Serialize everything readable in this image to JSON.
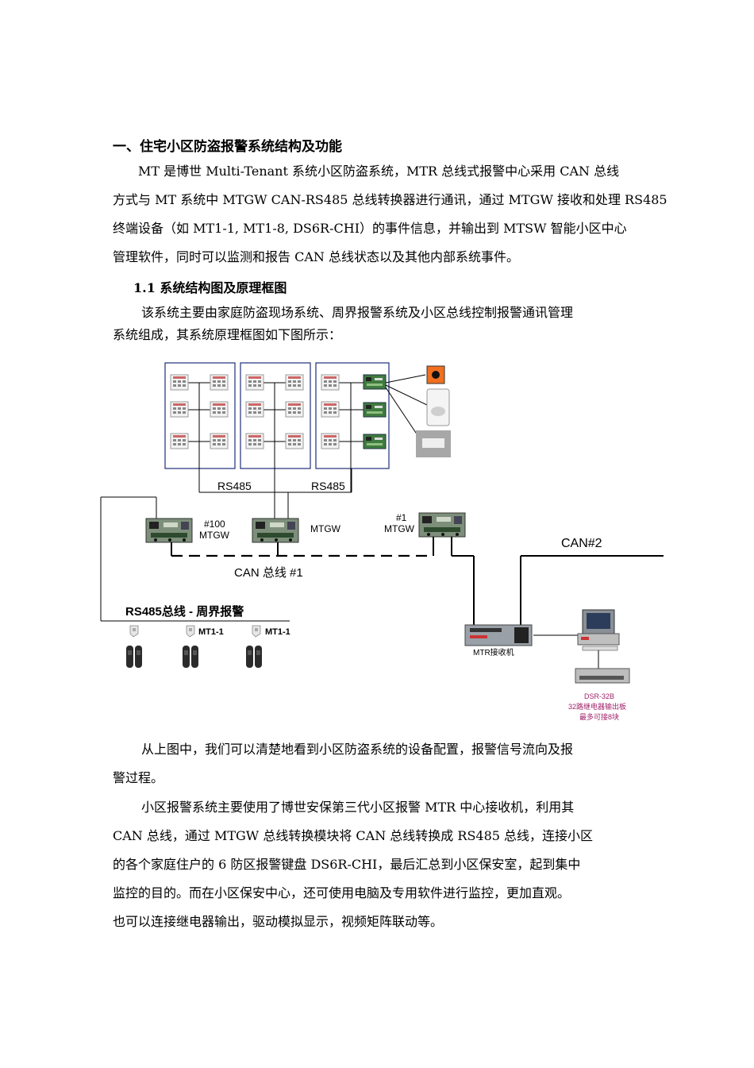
{
  "section": {
    "title": "一、住宅小区防盗报警系统结构及功能",
    "intro_lines": [
      "MT 是博世 Multi-Tenant 系统小区防盗系统，MTR 总线式报警中心采用 CAN 总线",
      "方式与 MT 系统中 MTGW CAN-RS485 总线转换器进行通讯，通过 MTGW 接收和处理 RS485",
      "终端设备（如 MT1-1, MT1-8, DS6R-CHI）的事件信息，并输出到 MTSW 智能小区中心",
      "管理软件，同时可以监测和报告 CAN 总线状态以及其他内部系统事件。"
    ]
  },
  "subsection": {
    "title": "1.1 系统结构图及原理框图",
    "desc_lines": [
      "该系统主要由家庭防盗现场系统、周界报警系统及小区总线控制报警通讯管理",
      "系统组成，其系统原理框图如下图所示："
    ]
  },
  "diagram": {
    "rs485_left": "RS485",
    "rs485_right": "RS485",
    "mtgw100_num": "#100",
    "mtgw100_name": "MTGW",
    "mtgw_mid": "MTGW",
    "mtgw1_num": "#1",
    "mtgw1_name": "MTGW",
    "can2": "CAN#2",
    "can_bus": "CAN   总线   #1",
    "perimeter": "RS485总线   - 周界报警",
    "mt11_a": "MT1-1",
    "mt11_b": "MT1-1",
    "mtr": "MTR接收机",
    "dsr_model": "DSR-32B",
    "dsr_desc1": "32路继电器输出板",
    "dsr_desc2": "最多可接8块"
  },
  "body_text": {
    "para1_lines": [
      "从上图中，我们可以清楚地看到小区防盗系统的设备配置，报警信号流向及报",
      "警过程。"
    ],
    "para2_lines": [
      "小区报警系统主要使用了博世安保第三代小区报警 MTR 中心接收机，利用其",
      "CAN 总线，通过 MTGW 总线转换模块将 CAN 总线转换成 RS485 总线，连接小区",
      "的各个家庭住户的 6 防区报警键盘 DS6R-CHI，最后汇总到小区保安室，起到集中",
      "监控的目的。而在小区保安中心，还可使用电脑及专用软件进行监控，更加直观。",
      "也可以连接继电器输出，驱动模拟显示，视频矩阵联动等。"
    ]
  }
}
